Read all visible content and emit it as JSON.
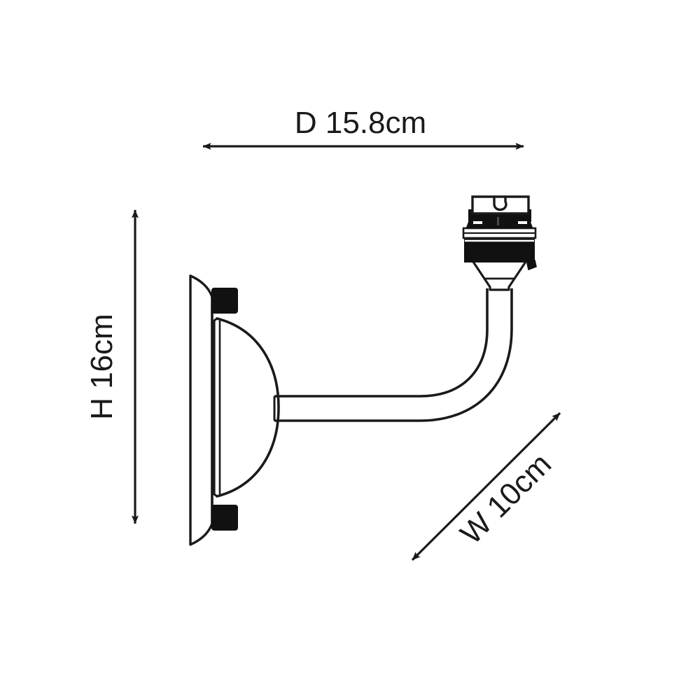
{
  "drawing": {
    "title": "Wall light dimension drawing",
    "background_color": "#ffffff",
    "line_color": "#1a1a1a",
    "fill_color": "#ffffff",
    "dark_fill_color": "#111111",
    "product": "swan-neck wall bracket light with bayonet lamp holder"
  },
  "dimensions": {
    "depth": {
      "label": "D 15.8cm",
      "axis": "horizontal",
      "value": 15.8,
      "unit": "cm",
      "symbol": "D"
    },
    "height": {
      "label": "H 16cm",
      "axis": "vertical",
      "value": 16,
      "unit": "cm",
      "symbol": "H"
    },
    "width": {
      "label": "W 10cm",
      "axis": "diagonal",
      "value": 10,
      "unit": "cm",
      "symbol": "W"
    }
  },
  "parts": {
    "backplate": "wall-backplate",
    "dome": "half-dome-cover",
    "screw_block_top": "top-fixing-block",
    "screw_block_bottom": "bottom-fixing-block",
    "arm": "curved-swan-neck-arm",
    "lamp_holder": "bayonet-lamp-holder",
    "bayonet_slot": "bayonet-slot-notch"
  }
}
